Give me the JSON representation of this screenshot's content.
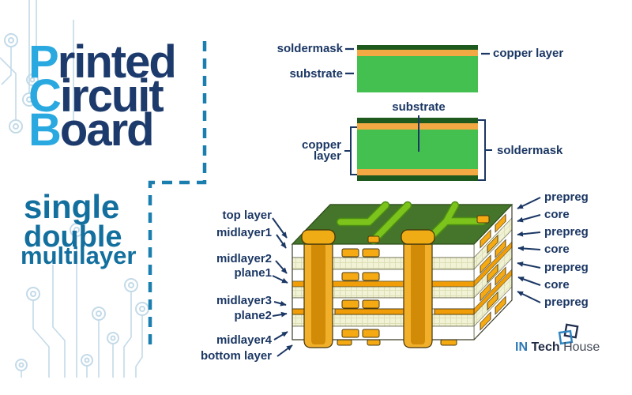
{
  "title": {
    "lines": [
      {
        "accent": "P",
        "rest": "rinted"
      },
      {
        "accent": "C",
        "rest": "ircuit"
      },
      {
        "accent": "B",
        "rest": "oard"
      }
    ]
  },
  "subtitle": [
    "single",
    "double",
    "multilayer"
  ],
  "single_layer": {
    "soldermask": "soldermask",
    "substrate": "substrate",
    "copper": "copper layer"
  },
  "double_layer": {
    "substrate": "substrate",
    "copper_line1": "copper",
    "copper_line2": "layer",
    "soldermask": "soldermask"
  },
  "multilayer": {
    "left_labels": [
      "top layer",
      "midlayer1",
      "midlayer2",
      "plane1",
      "midlayer3",
      "plane2",
      "midlayer4",
      "bottom layer"
    ],
    "right_labels": [
      "prepreg",
      "core",
      "prepreg",
      "core",
      "prepreg",
      "core",
      "prepreg"
    ]
  },
  "logo": {
    "part1": "IN",
    "part2": "Tech",
    "part3": "House"
  },
  "colors": {
    "accent_blue": "#2aa9e0",
    "navy": "#1c3a6b",
    "teal": "#136f9e",
    "dash_line": "#1a7fae",
    "label": "#1b3764",
    "soldermask_green": "#1e5a1e",
    "copper_orange": "#f2a943",
    "substrate_green": "#43c04f",
    "board_top_green": "#44752a",
    "trace_green": "#7cc41c",
    "prepreg_cream": "#f1f2d6",
    "via_orange": "#f2b02a",
    "decoration_blue": "#c3dae8"
  }
}
